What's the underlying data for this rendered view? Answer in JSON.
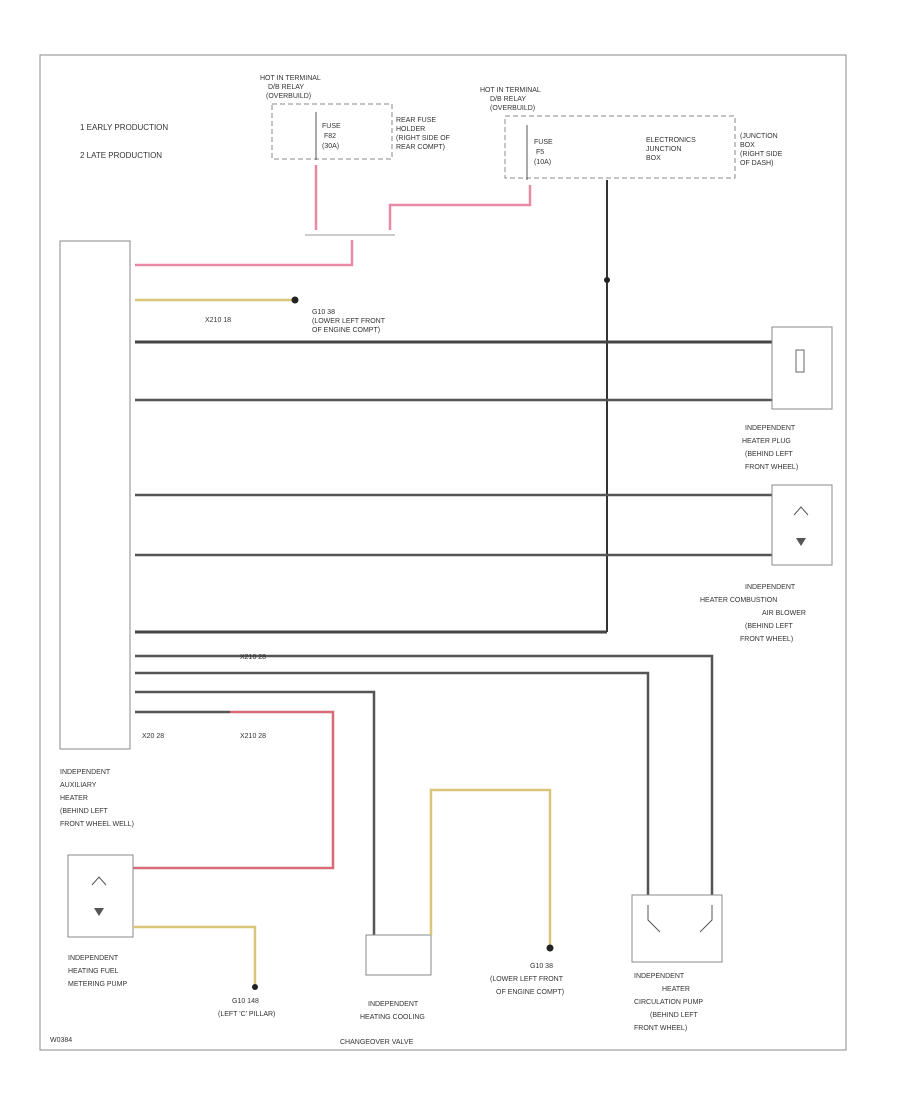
{
  "legend": {
    "item1": "1 EARLY PRODUCTION",
    "item2": "2 LATE PRODUCTION"
  },
  "labels": {
    "hot_rear": [
      "HOT IN TERMINAL",
      "D/B RELAY",
      "(OVERBUILD)"
    ],
    "fuse_rear": [
      "FUSE",
      "F82",
      "(30A)"
    ],
    "rear_fuse_holder": [
      "REAR FUSE",
      "HOLDER",
      "(RIGHT SIDE OF",
      "REAR COMPT)"
    ],
    "hot_front": [
      "HOT IN TERMINAL",
      "D/B RELAY",
      "(OVERBUILD)"
    ],
    "fuse_front": [
      "FUSE",
      "F5",
      "(10A)"
    ],
    "ejb": [
      "ELECTRONICS",
      "JUNCTION",
      "BOX"
    ],
    "ejb_loc": [
      "(JUNCTION",
      "BOX",
      "(RIGHT SIDE",
      "OF DASH)"
    ],
    "ground_top": [
      "G10 38",
      "(LOWER LEFT FRONT",
      "OF ENGINE COMPT)"
    ],
    "ground_conn": "X210 18",
    "plug": [
      "INDEPENDENT",
      "HEATER PLUG",
      "(BEHIND LEFT",
      "FRONT WHEEL)"
    ],
    "blower": [
      "INDEPENDENT",
      "HEATER COMBUSTION",
      "AIR BLOWER",
      "(BEHIND LEFT",
      "FRONT WHEEL)"
    ],
    "aux_heater": [
      "INDEPENDENT",
      "AUXILIARY",
      "HEATER",
      "(BEHIND LEFT",
      "FRONT WHEEL WELL)"
    ],
    "conn_left": "X20 28",
    "conn_mid1": "X210 28",
    "conn_mid2": "X210 28",
    "fuel_pump": [
      "INDEPENDENT",
      "HEATING FUEL",
      "METERING PUMP"
    ],
    "ground_left": [
      "G10 148",
      "(LEFT 'C' PILLAR)"
    ],
    "valve": [
      "INDEPENDENT",
      "HEATING COOLING",
      "CHANGEOVER VALVE"
    ],
    "ground_mid": [
      "G10 38",
      "(LOWER LEFT FRONT",
      "OF ENGINE COMPT)"
    ],
    "circ_pump": [
      "INDEPENDENT",
      "HEATER",
      "CIRCULATION PUMP",
      "(BEHIND LEFT",
      "FRONT WHEEL)"
    ],
    "footer": "W0384"
  },
  "wire_colors": {
    "pink": "#e889a6",
    "red": "#d86a78",
    "yellow": "#d9c47a",
    "black": "#444444"
  }
}
